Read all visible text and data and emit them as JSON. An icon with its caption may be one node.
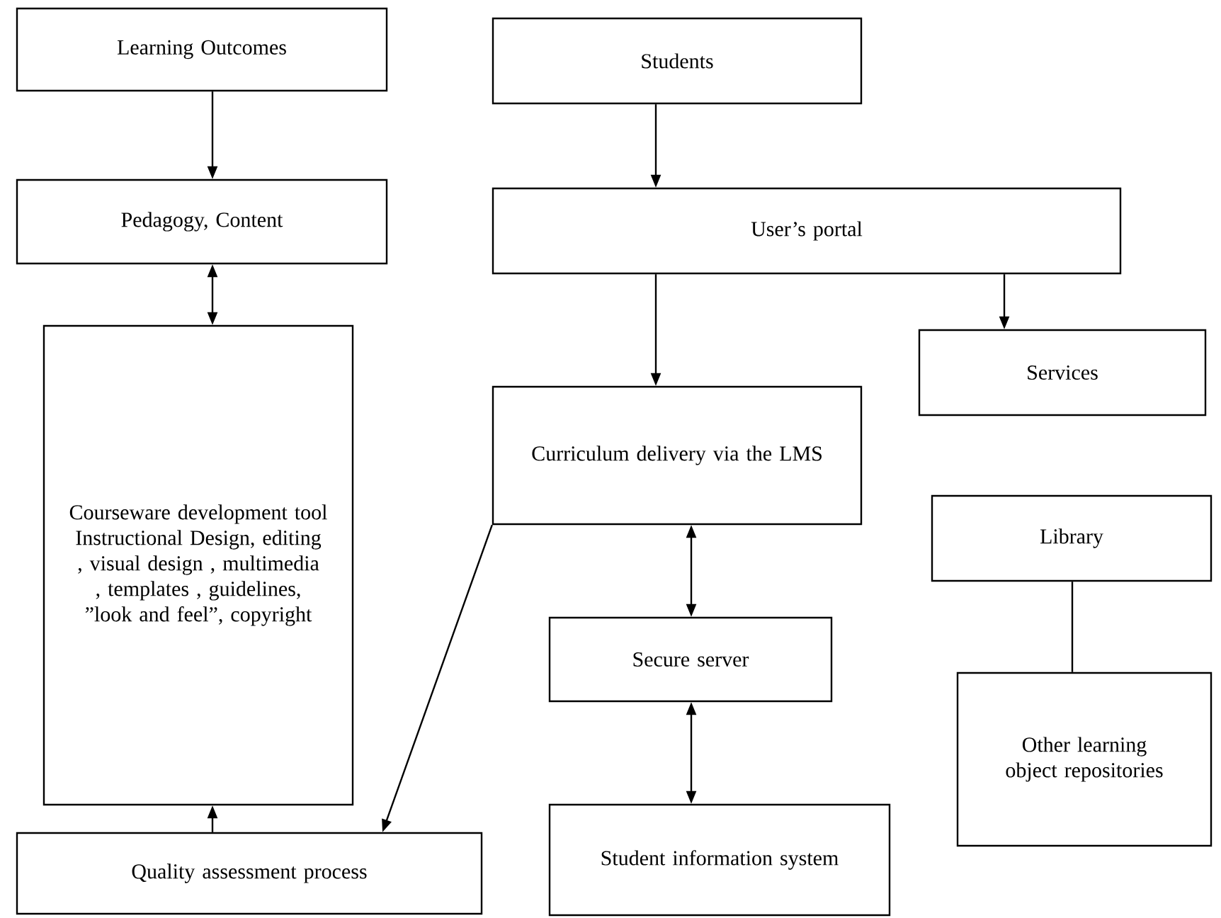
{
  "diagram": {
    "nodes": [
      {
        "text": [
          "Learning Outcomes"
        ]
      },
      {
        "text": [
          "Students"
        ]
      },
      {
        "text": [
          "Pedagogy, Content"
        ]
      },
      {
        "text": [
          "User’s portal"
        ]
      },
      {
        "text": [
          "Courseware development tool Instructional Design, editing , visual design , multimedia , templates , guidelines, ”look and feel”, copyright"
        ]
      },
      {
        "text": [
          "Services"
        ]
      },
      {
        "text": [
          "Curriculum  delivery via the LMS"
        ]
      },
      {
        "text": [
          "Library"
        ]
      },
      {
        "text": [
          "Secure server"
        ]
      },
      {
        "text": [
          "Other learning object repositories"
        ]
      },
      {
        "text": [
          "Quality assessment process"
        ]
      },
      {
        "text": [
          "Student information system"
        ]
      }
    ],
    "edges": [
      {
        "from": 0,
        "to": 2,
        "arrow": "to"
      },
      {
        "from": 1,
        "to": 3,
        "arrow": "to"
      },
      {
        "from": 2,
        "to": 4,
        "arrow": "both"
      },
      {
        "from": 3,
        "to": 6,
        "arrow": "to"
      },
      {
        "from": 3,
        "to": 5,
        "arrow": "to"
      },
      {
        "from": 6,
        "to": 8,
        "arrow": "both"
      },
      {
        "from": 8,
        "to": 11,
        "arrow": "both"
      },
      {
        "from": 6,
        "to": 10,
        "arrow": "to"
      },
      {
        "from": 10,
        "to": 4,
        "arrow": "to"
      },
      {
        "from": 7,
        "to": 9,
        "arrow": "none"
      }
    ]
  }
}
